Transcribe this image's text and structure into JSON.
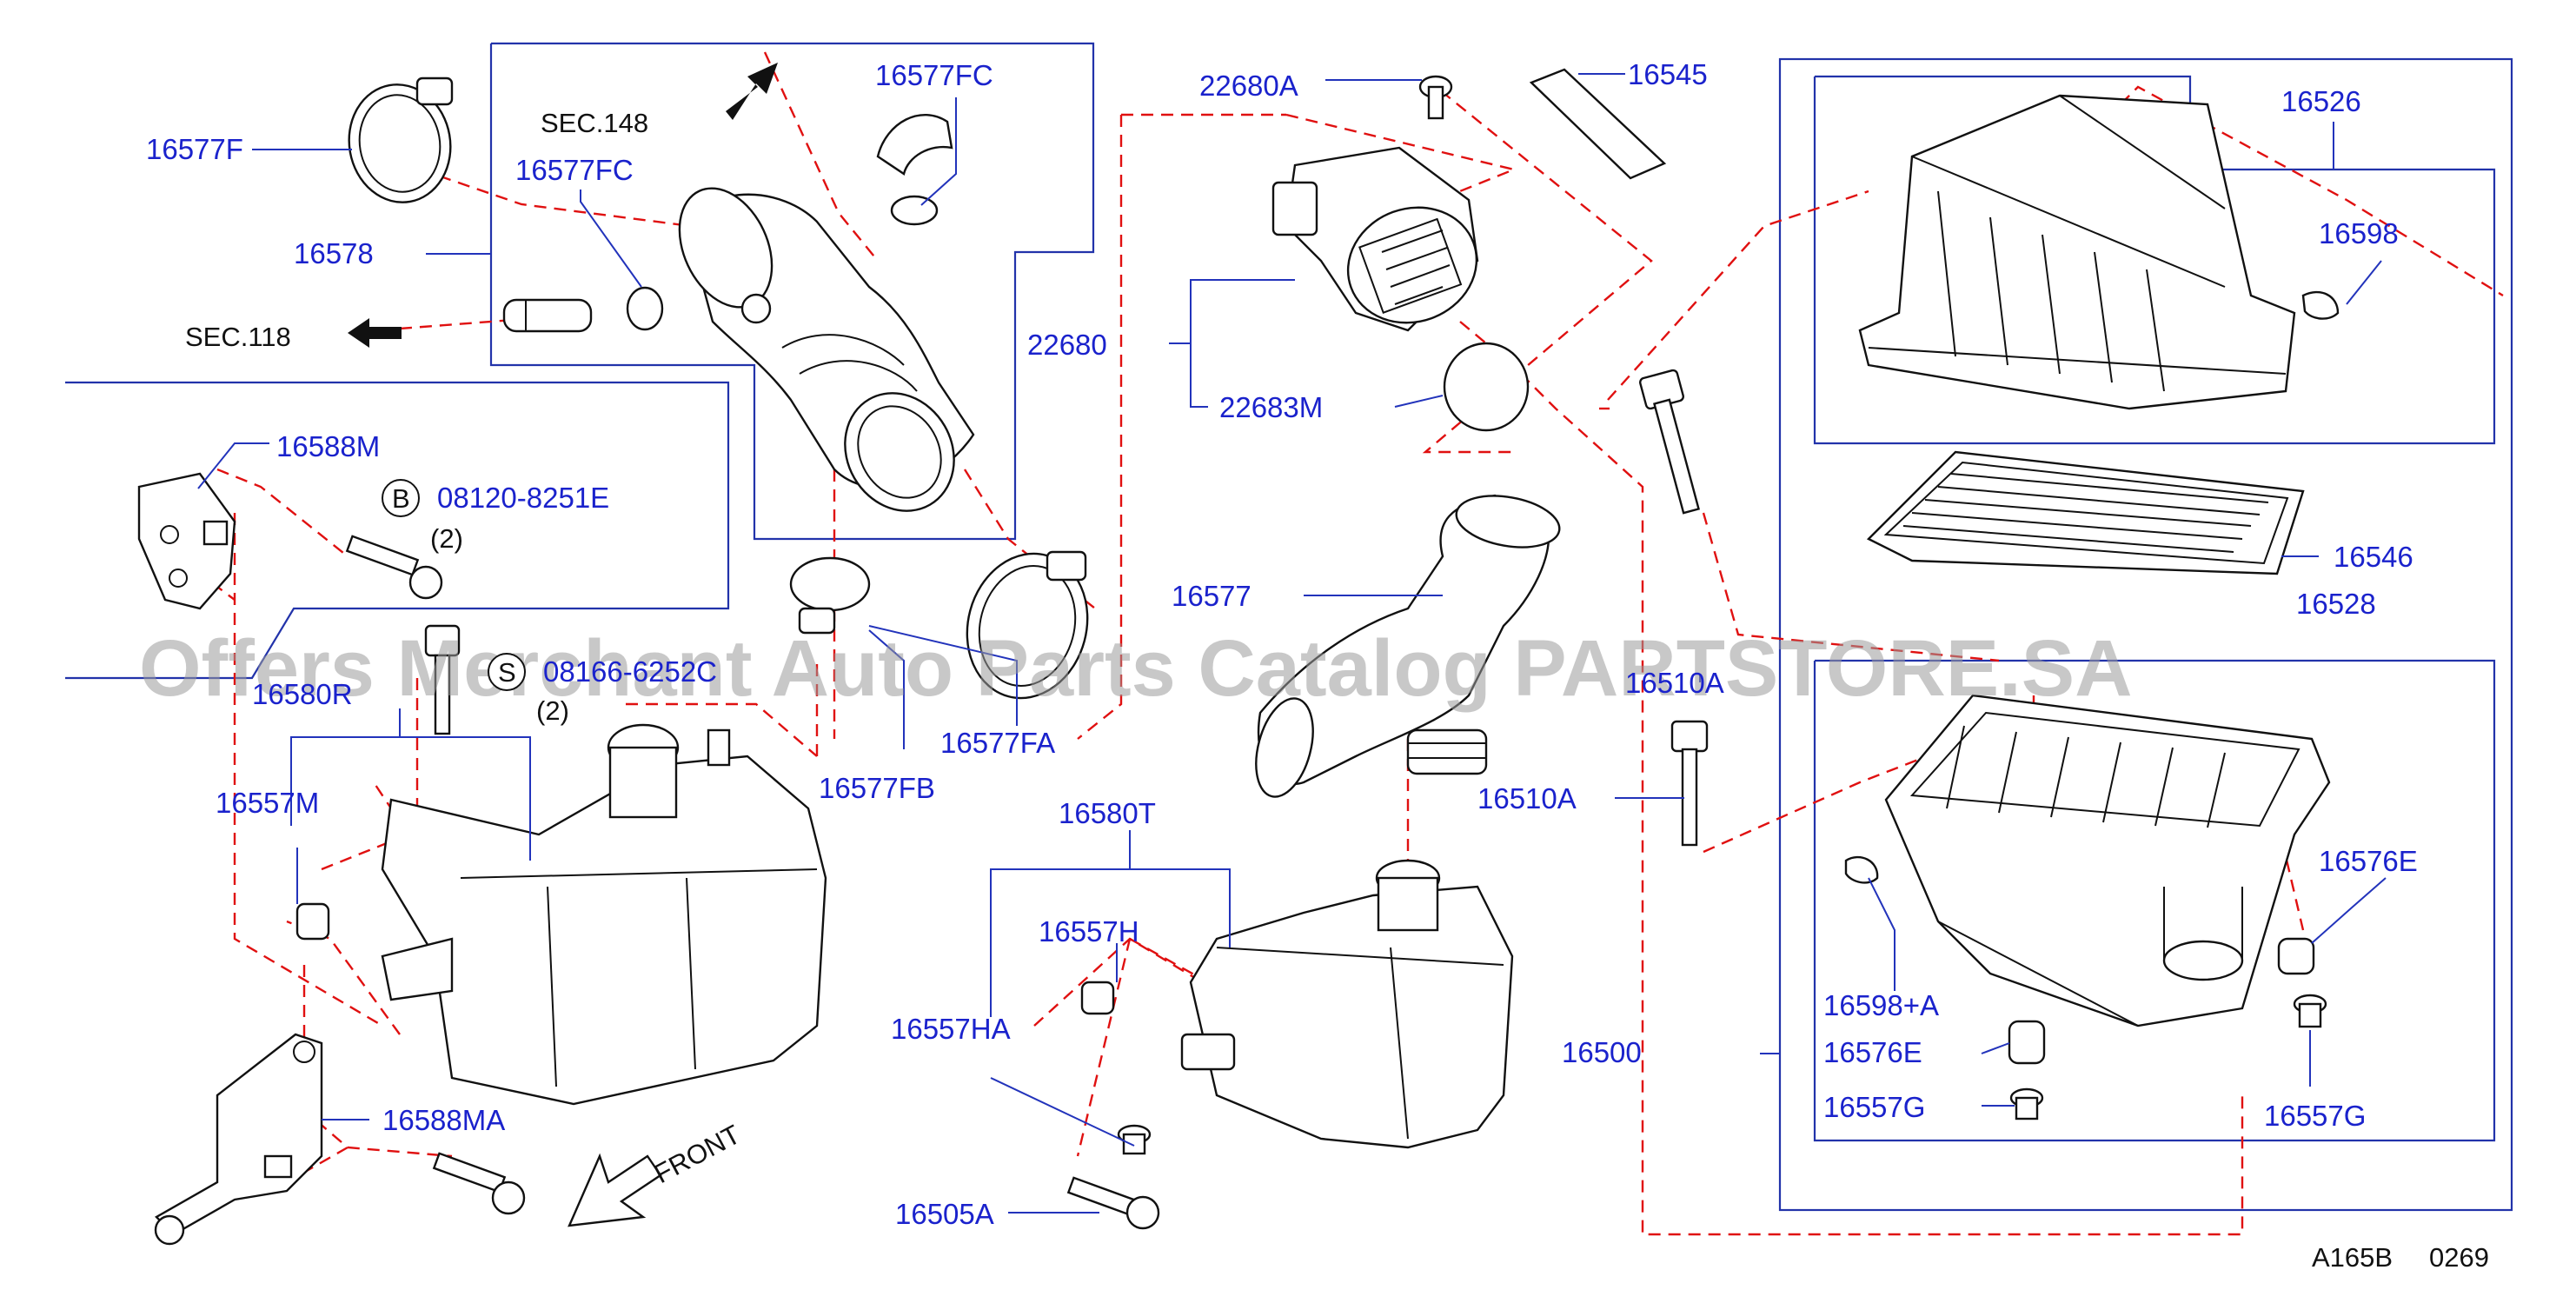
{
  "diagram": {
    "watermark": "Offers Merchant Auto Parts Catalog PARTSTORE.SA",
    "code": "A165B",
    "code_num": "0269",
    "front_label": "FRONT",
    "sec_148": "SEC.148",
    "sec_118": "SEC.118",
    "bolt_b_code": "B",
    "bolt_b_part": "08120-8251E",
    "bolt_b_qty": "(2)",
    "bolt_s_code": "S",
    "bolt_s_part": "08166-6252C",
    "bolt_s_qty": "(2)",
    "labels": {
      "p16577F": "16577F",
      "p16578": "16578",
      "p16577FC_a": "16577FC",
      "p16577FC_b": "16577FC",
      "p22680A": "22680A",
      "p16545": "16545",
      "p16526": "16526",
      "p16598": "16598",
      "p22680": "22680",
      "p22683M": "22683M",
      "p16588M": "16588M",
      "p16546": "16546",
      "p16528": "16528",
      "p16577": "16577",
      "p16580R": "16580R",
      "p16577FA": "16577FA",
      "p16577FB": "16577FB",
      "p16510A_a": "16510A",
      "p16510A_b": "16510A",
      "p16557M": "16557M",
      "p16580T": "16580T",
      "p16576E_a": "16576E",
      "p16557H": "16557H",
      "p16598A": "16598+A",
      "p16557HA": "16557HA",
      "p16500": "16500",
      "p16576E_b": "16576E",
      "p16557G_a": "16557G",
      "p16557G_b": "16557G",
      "p16588MA": "16588MA",
      "p16505A": "16505A"
    }
  }
}
